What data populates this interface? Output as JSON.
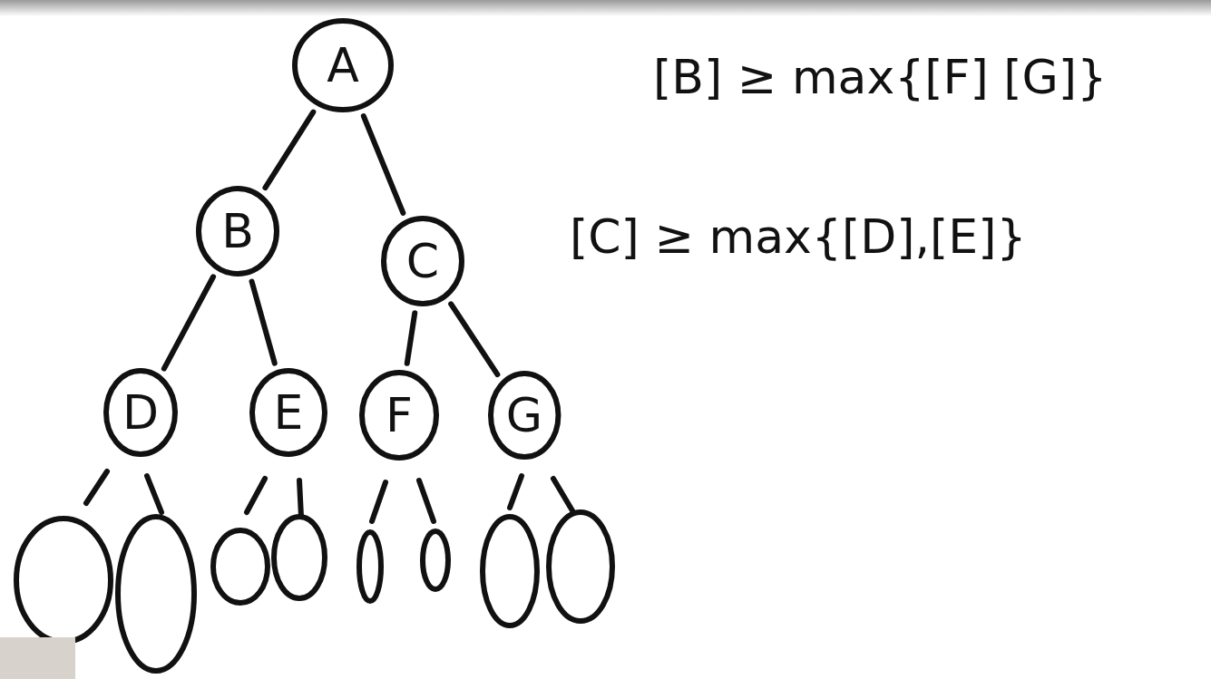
{
  "diagram": {
    "nodes": [
      {
        "text": [
          "A"
        ]
      },
      {
        "text": [
          "B"
        ]
      },
      {
        "text": [
          "C"
        ]
      },
      {
        "text": [
          "D"
        ]
      },
      {
        "text": [
          "E"
        ]
      },
      {
        "text": [
          "F"
        ]
      },
      {
        "text": [
          "G"
        ]
      }
    ],
    "edges": [
      {
        "from": 0,
        "to": 1,
        "arrow": "none"
      },
      {
        "from": 0,
        "to": 2,
        "arrow": "none"
      },
      {
        "from": 1,
        "to": 3,
        "arrow": "none"
      },
      {
        "from": 1,
        "to": 4,
        "arrow": "none"
      },
      {
        "from": 2,
        "to": 5,
        "arrow": "none"
      },
      {
        "from": 2,
        "to": 6,
        "arrow": "none"
      }
    ],
    "labels": [
      "[B] ≥ max{[F] [G]}",
      "[C] ≥ max{[D],[E]}"
    ]
  }
}
